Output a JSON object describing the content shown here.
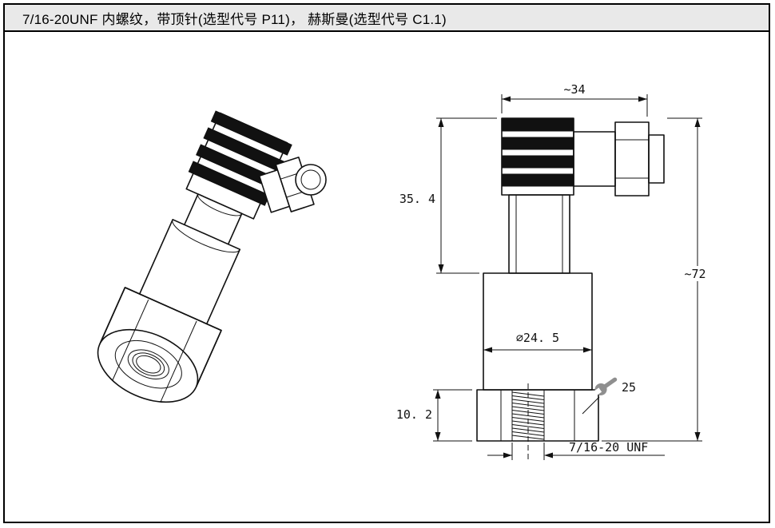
{
  "title": "7/16-20UNF 内螺纹，带顶针(选型代号 P11)， 赫斯曼(选型代号 C1.1)",
  "dimensions": {
    "connector_width": "~34",
    "upper_height": "35. 4",
    "total_height": "~72",
    "body_diameter": "⌀24. 5",
    "hex_height": "10. 2",
    "wrench_size": "25",
    "thread": "7/16-20 UNF"
  },
  "icons": {
    "wrench": "open-end-wrench"
  }
}
